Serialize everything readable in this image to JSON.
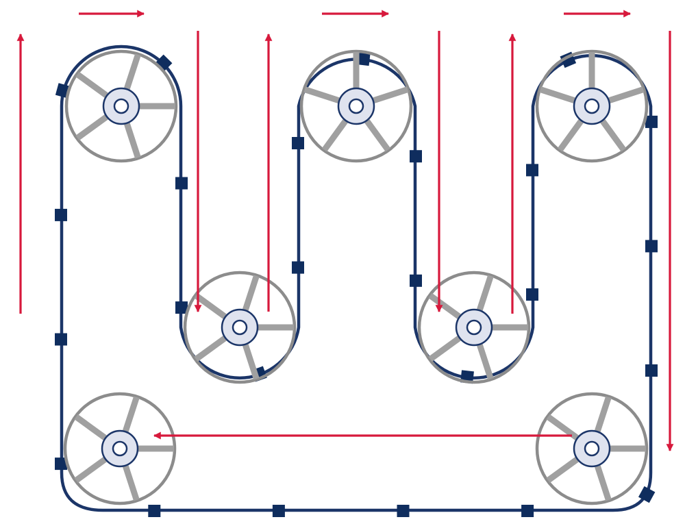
{
  "colors": {
    "belt": "#1b3568",
    "cleat": "#0f2d5e",
    "arrow": "#d7193c",
    "pulley_rim": "#8c8c8c",
    "spoke": "#a0a0a0",
    "hub_fill": "#dfe3ef",
    "hub_stroke": "#1b3568",
    "background": "#ffffff"
  },
  "pulleys": [
    {
      "id": "top-1",
      "rotation": 18
    },
    {
      "id": "top-2",
      "rotation": 0
    },
    {
      "id": "top-3",
      "rotation": 0
    },
    {
      "id": "lower-1",
      "rotation": 18
    },
    {
      "id": "lower-2",
      "rotation": 18
    },
    {
      "id": "bottom-left",
      "rotation": 18
    },
    {
      "id": "bottom-right",
      "rotation": 18
    }
  ],
  "pulley_spokes": 5,
  "belt_cleat_count": 25,
  "flow_arrows": [
    {
      "id": "left-up",
      "direction": "up"
    },
    {
      "id": "top-right-1",
      "direction": "right"
    },
    {
      "id": "down-1",
      "direction": "down"
    },
    {
      "id": "up-1",
      "direction": "up"
    },
    {
      "id": "top-right-2",
      "direction": "right"
    },
    {
      "id": "down-2",
      "direction": "down"
    },
    {
      "id": "up-2",
      "direction": "up"
    },
    {
      "id": "top-right-3",
      "direction": "right"
    },
    {
      "id": "right-down",
      "direction": "down"
    },
    {
      "id": "bottom-left",
      "direction": "left"
    }
  ]
}
